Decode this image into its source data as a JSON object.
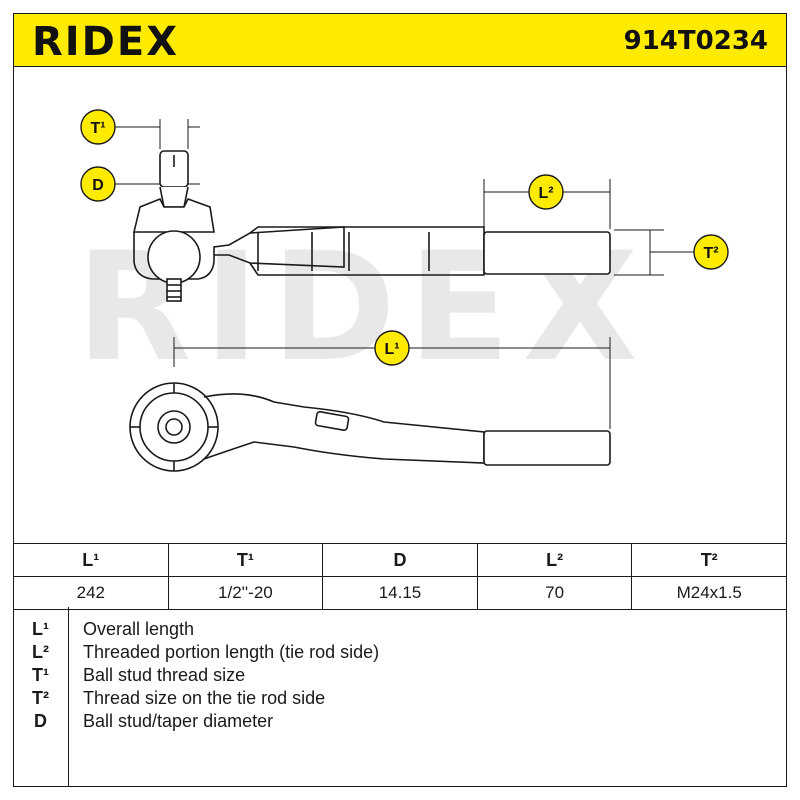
{
  "header": {
    "brand": "RIDEX",
    "part_number": "914T0234"
  },
  "drawing": {
    "watermark": "RIDEX",
    "labels": {
      "t1": "T¹",
      "d": "D",
      "l2": "L²",
      "t2": "T²",
      "l1": "L¹"
    }
  },
  "specs": {
    "headers": [
      "L¹",
      "T¹",
      "D",
      "L²",
      "T²"
    ],
    "values": [
      "242",
      "1/2''-20",
      "14.15",
      "70",
      "M24x1.5"
    ]
  },
  "legend": [
    {
      "symbol": "L¹",
      "description": "Overall length"
    },
    {
      "symbol": "L²",
      "description": "Threaded portion length (tie rod side)"
    },
    {
      "symbol": "T¹",
      "description": "Ball stud thread size"
    },
    {
      "symbol": "T²",
      "description": "Thread size on the tie rod side"
    },
    {
      "symbol": "D",
      "description": "Ball stud/taper diameter"
    }
  ],
  "colors": {
    "accent": "#ffeb00",
    "ink": "#1a1a1a",
    "watermark": "#e8e8e8"
  }
}
